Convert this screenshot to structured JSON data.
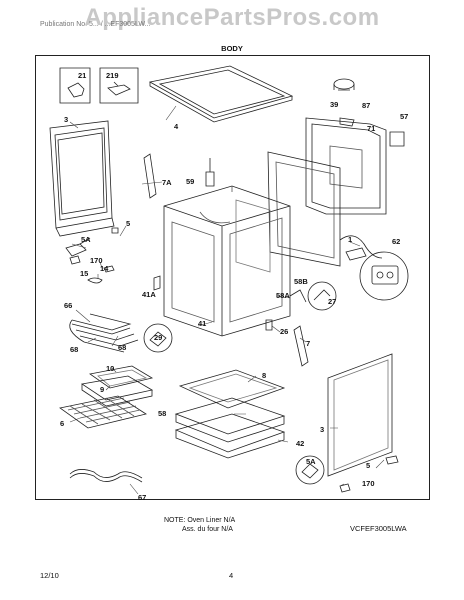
{
  "watermark": "AppliancePartsPros.com",
  "header_text": "Publication No. 5... / ...EF3005LW...",
  "title": "BODY",
  "part_labels": {
    "p21": "21",
    "p219": "219",
    "p3a": "3",
    "p4": "4",
    "p39": "39",
    "p87": "87",
    "p71": "71",
    "p57": "57",
    "p59": "59",
    "p7A": "7A",
    "p5a": "5",
    "p5Aa": "5A",
    "p170a": "170",
    "p14": "14",
    "p15": "15",
    "p41A": "41A",
    "p1": "1",
    "p62": "62",
    "p58A": "58A",
    "p58B": "58B",
    "p27": "27",
    "p66": "66",
    "p68a": "68",
    "p68b": "68",
    "p29": "29",
    "p41": "41",
    "p26": "26",
    "p7": "7",
    "p10": "10",
    "p9": "9",
    "p6": "6",
    "p8": "8",
    "p58": "58",
    "p42": "42",
    "p3b": "3",
    "p5Ab": "5A",
    "p5b": "5",
    "p170b": "170",
    "p67": "67"
  },
  "note_line1": "NOTE: Oven Liner N/A",
  "note_line2": "Ass. du four N/A",
  "model_code": "VCFEF3005LWA",
  "date": "12/10",
  "page_number": "4"
}
